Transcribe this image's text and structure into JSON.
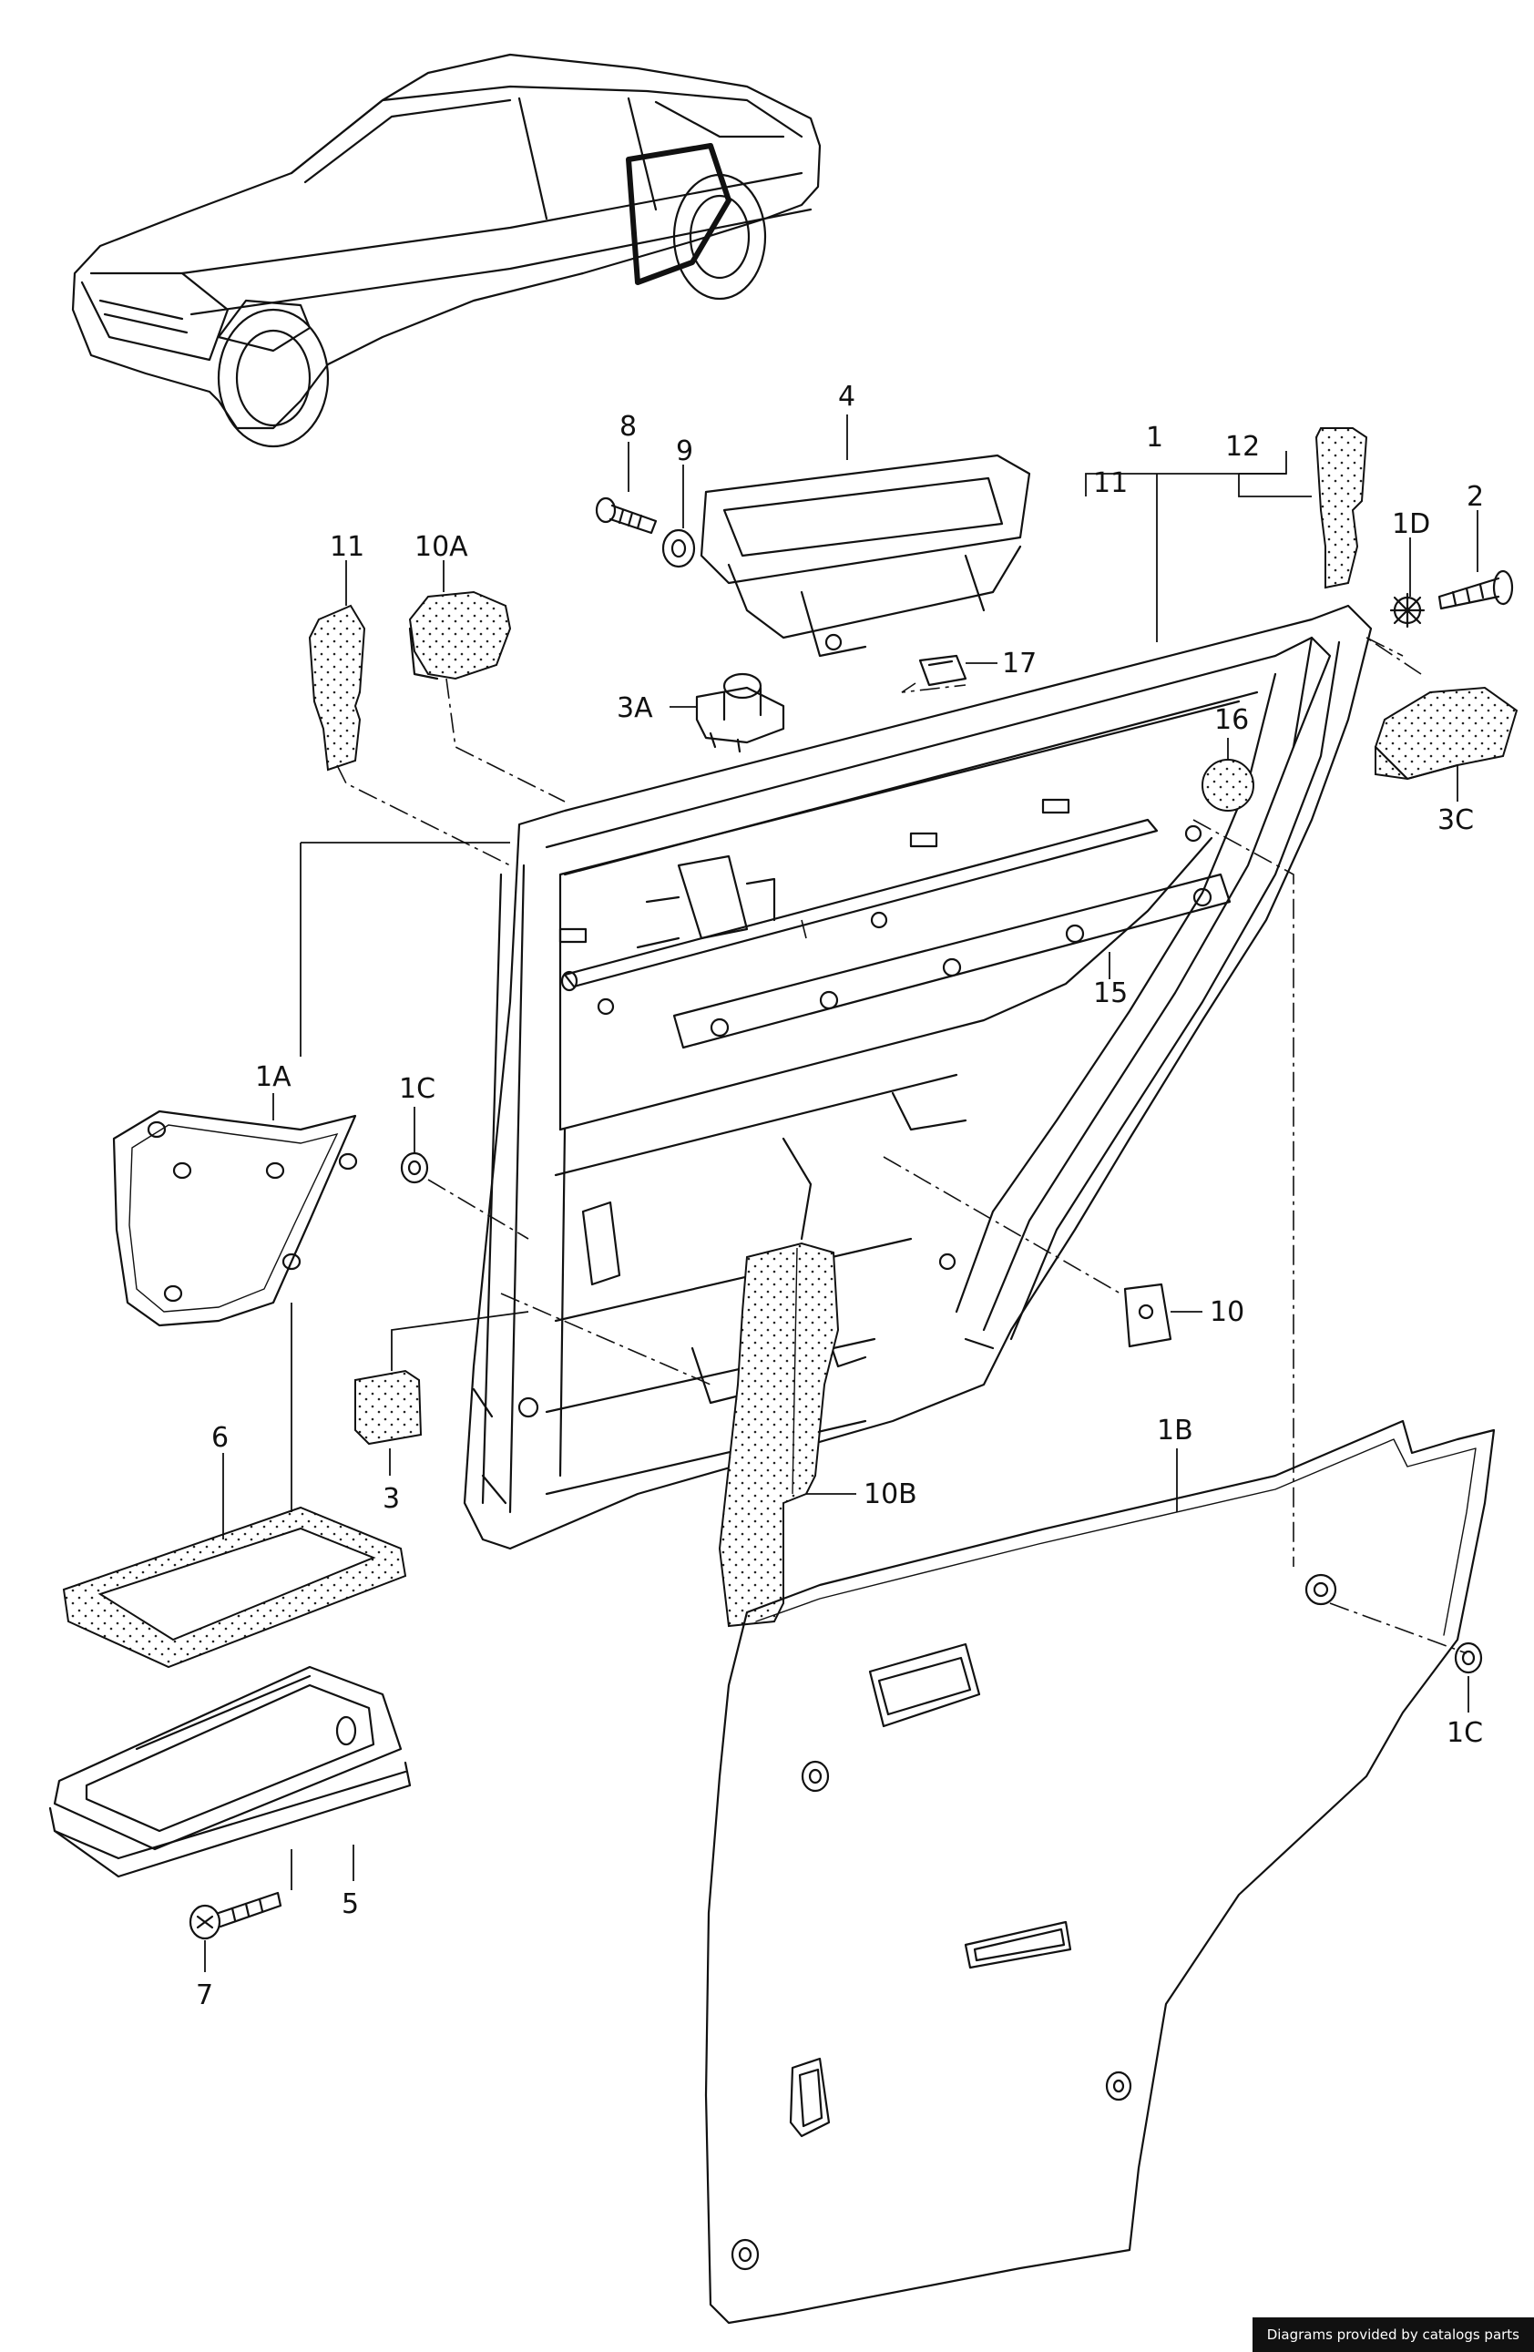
{
  "callouts": {
    "c1": "1",
    "c1_11": "11",
    "c12": "12",
    "c1d": "1D",
    "c2": "2",
    "c4": "4",
    "c8": "8",
    "c9": "9",
    "c11": "11",
    "c10a": "10A",
    "c3a": "3A",
    "c17": "17",
    "c16": "16",
    "c3c": "3C",
    "c15": "15",
    "c1a": "1A",
    "c1c_left": "1C",
    "c10": "10",
    "c3": "3",
    "c6": "6",
    "c10b": "10B",
    "c1b": "1B",
    "c1c_right": "1C",
    "c5": "5",
    "c7": "7"
  },
  "credit": "Diagrams provided by catalogs parts"
}
